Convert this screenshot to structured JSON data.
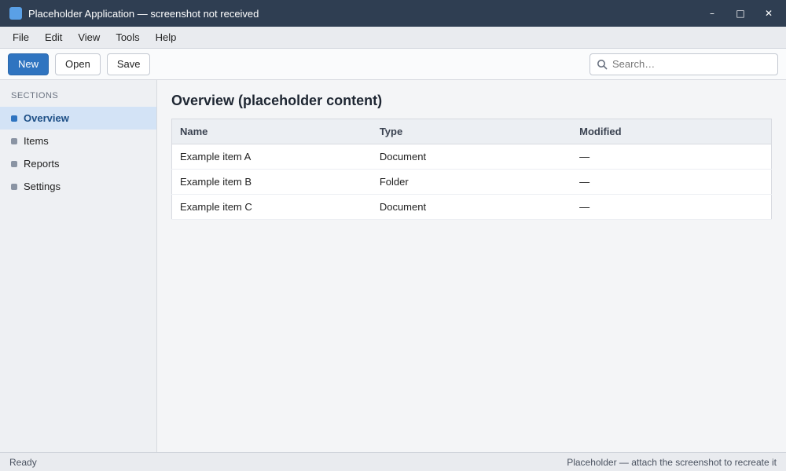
{
  "window": {
    "title": "Placeholder Application — screenshot not received",
    "minimize_glyph": "–",
    "maximize_glyph": "□",
    "close_glyph": "✕"
  },
  "menu": [
    "File",
    "Edit",
    "View",
    "Tools",
    "Help"
  ],
  "toolbar": {
    "new_label": "New",
    "open_label": "Open",
    "save_label": "Save",
    "search_placeholder": "Search…",
    "search_icon": "search-icon"
  },
  "sidebar": {
    "heading": "Sections",
    "items": [
      "Overview",
      "Items",
      "Reports",
      "Settings"
    ],
    "active_index": 0
  },
  "content": {
    "heading": "Overview (placeholder content)",
    "columns": [
      "Name",
      "Type",
      "Modified"
    ],
    "rows": [
      [
        "Example item A",
        "Document",
        "—"
      ],
      [
        "Example item B",
        "Folder",
        "—"
      ],
      [
        "Example item C",
        "Document",
        "—"
      ]
    ]
  },
  "status": {
    "left": "Ready",
    "right": "Placeholder — attach the screenshot to recreate it"
  },
  "colors": {
    "accent": "#2f74c0",
    "titlebar": "#2f3e52"
  }
}
